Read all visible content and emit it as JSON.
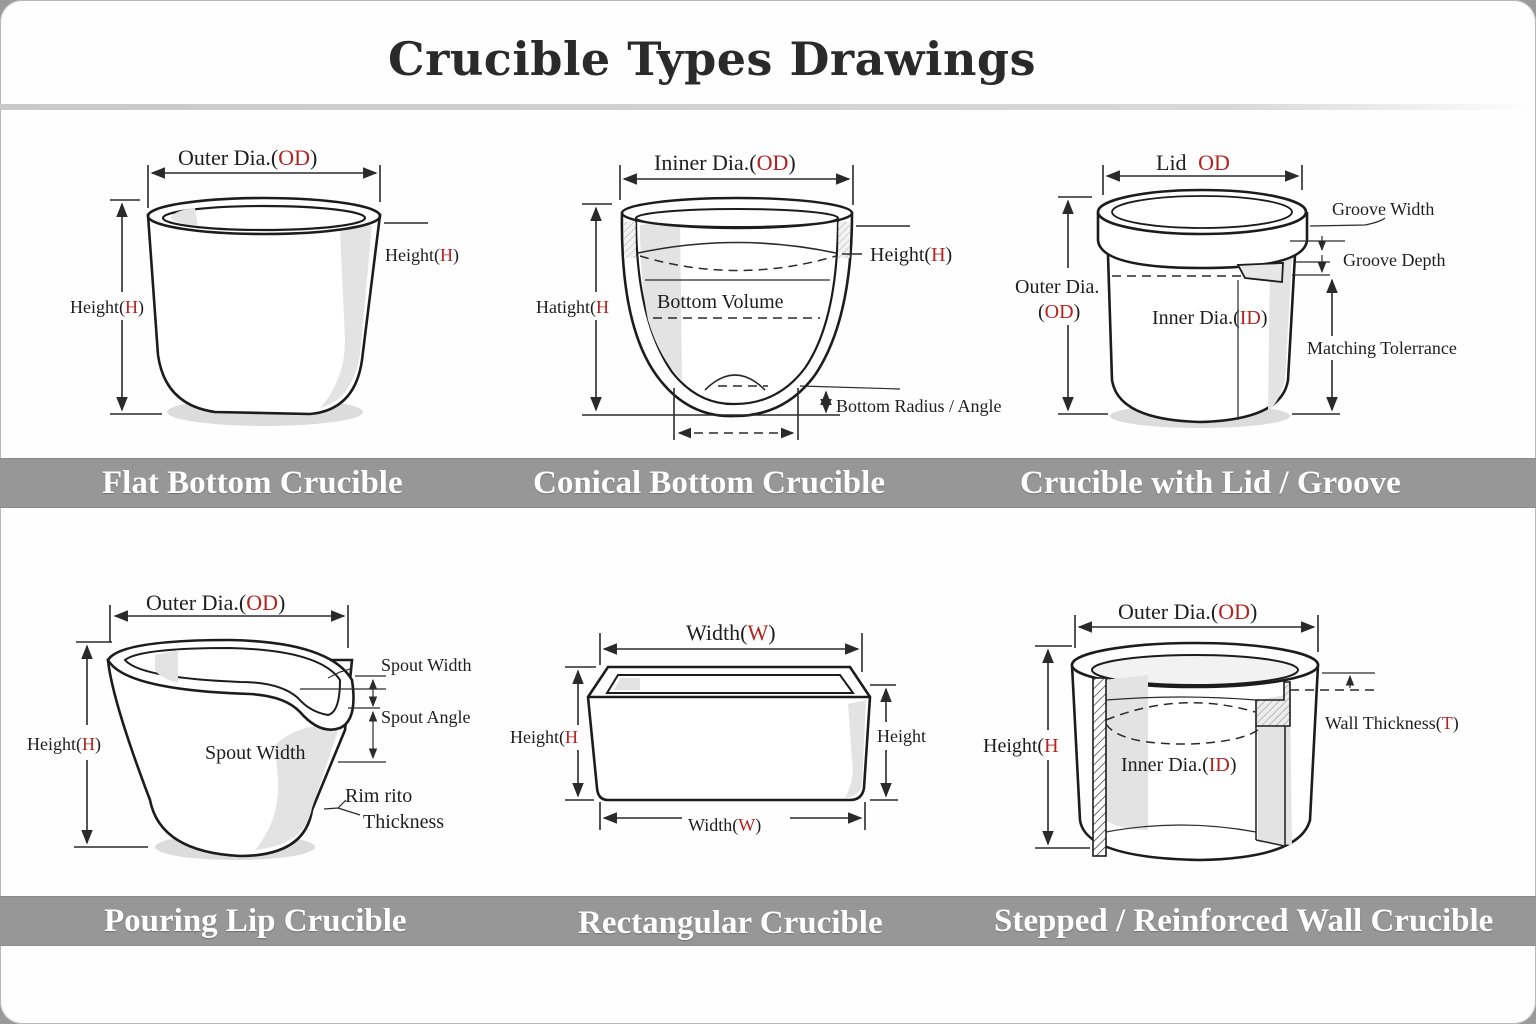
{
  "title": "Crucible Types Drawings",
  "panels": [
    {
      "caption": "Flat Bottom Crucible",
      "labels": {
        "od_prefix": "Outer Dia.(",
        "od_code": "OD",
        "od_suffix": ")",
        "height_right_prefix": "Height(",
        "height_right_code": "H",
        "height_right_suffix": ")",
        "height_left_prefix": "Height(",
        "height_left_code": "H",
        "height_left_suffix": ")"
      }
    },
    {
      "caption": "Conical Bottom Crucible",
      "labels": {
        "id_prefix": "Ininer Dia.(",
        "id_code": "OD",
        "id_suffix": ")",
        "height_right_prefix": "Height(",
        "height_right_code": "H",
        "height_right_suffix": ")",
        "height_left_prefix": "Hatight(",
        "height_left_code": "H",
        "bottom_volume": "Bottom Volume",
        "bottom_radius": "Bottom Radius / Angle"
      }
    },
    {
      "caption": "Crucible with Lid / Groove",
      "labels": {
        "lid_prefix": "Lid ",
        "lid_code": "OD",
        "groove_width": "Groove Width",
        "groove_depth": "Groove Depth",
        "outer_dia_line1": "Outer Dia.",
        "outer_dia_line2_prefix": "(",
        "outer_dia_code": "OD",
        "outer_dia_line2_suffix": ")",
        "inner_dia_prefix": "Inner Dia.(",
        "inner_dia_code": "ID",
        "inner_dia_suffix": ")",
        "matching_tolerance": "Matching Tolerrance"
      }
    },
    {
      "caption": "Pouring Lip Crucible",
      "labels": {
        "od_prefix": "Outer Dia.(",
        "od_code": "OD",
        "od_suffix": ")",
        "height_prefix": "Height(",
        "height_code": "H",
        "height_suffix": ")",
        "spout_width_top": "Spout Width",
        "spout_angle": "Spout Angle",
        "spout_width_body": "Spout Width",
        "rim_line1": "Rim rito",
        "rim_line2": "Thickness"
      }
    },
    {
      "caption": "Rectangular Crucible",
      "labels": {
        "width_top_prefix": "Width(",
        "width_top_code": "W",
        "width_top_suffix": ")",
        "height_left_prefix": "Height(",
        "height_left_code": "H",
        "height_right": "Height",
        "width_bottom_prefix": "Width(",
        "width_bottom_code": "W",
        "width_bottom_suffix": ")"
      }
    },
    {
      "caption": "Stepped / Reinforced Wall Crucible",
      "labels": {
        "od_prefix": "Outer Dia.(",
        "od_code": "OD",
        "od_suffix": ")",
        "height_prefix": "Height(",
        "height_code": "H",
        "wall_prefix": "Wall Thickness(",
        "wall_code": "T",
        "wall_suffix": ")",
        "inner_dia_prefix": "Inner Dia.(",
        "inner_dia_code": "ID",
        "inner_dia_suffix": ")"
      }
    }
  ],
  "colors": {
    "band": "#979797",
    "accent_code": "#b3231f",
    "caption_text": "#ffffff",
    "title_text": "#2a2a2a"
  }
}
